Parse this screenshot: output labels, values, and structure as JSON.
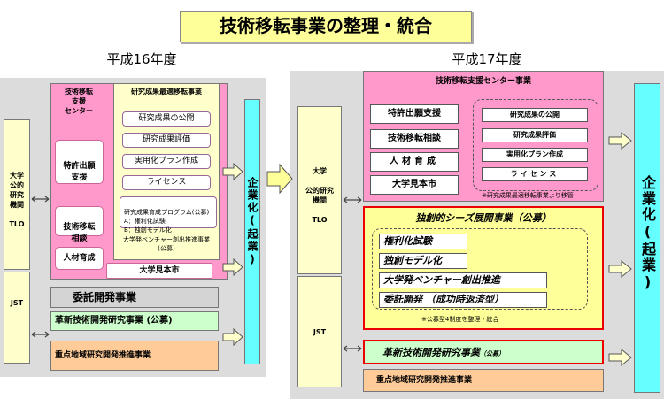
{
  "title": "技術移転事業の整理・統合",
  "left": {
    "year": "平成16年度",
    "university": "大学\n公的\n研究\n機関\n\nTLO",
    "jst": "JST",
    "tlo_center": "技術移転\n支援\nセンター",
    "patent": "特許出願\n支援",
    "tech_consult": "技術移転\n相談",
    "human_dev": "人材育成",
    "research_title": "研究成果最適移転事業",
    "research_items": [
      "研究成果の公開",
      "研究成果評価",
      "実用化プラン作成",
      "ライセンス"
    ],
    "program": "研究成果育成プログラム(公募)\nA：権利化試験\nB：独創モデル化",
    "venture": "大学発ベンチャー創出推進事業\n(公募)",
    "mihonichi": "大学見本市",
    "itaku": "委託開発事業",
    "kakushin": "革新技術開発研究事業 (公募)",
    "juten": "重点地域研究開発推進事業",
    "company": "企業化(起業)"
  },
  "right": {
    "year": "平成17年度",
    "university": "大学\n\n公的研究\n機関\n\nTLO",
    "jst": "JST",
    "center_title": "技術移転支援センター事業",
    "center_items": [
      "特許出願支援",
      "技術移転相談",
      "人材育成",
      "大学見本市"
    ],
    "research_items": [
      "研究成果の公開",
      "研究成果評価",
      "実用化プラン作成",
      "ライセンス"
    ],
    "research_note": "※研究成果最適移転事業より移管",
    "seeds_title": "独創的シーズ展開事業（公募）",
    "seeds_items": [
      "権利化試験",
      "独創モデル化",
      "大学発ベンチャー創出推進",
      "委託開発 （成功時返済型）"
    ],
    "seeds_note": "※公募型4制度を整理・統合",
    "kakushin": "革新技術開発研究事業",
    "kakushin_suffix": "（公募）",
    "juten": "重点地域研究開発推進事業",
    "company": "企業化(起業)"
  }
}
